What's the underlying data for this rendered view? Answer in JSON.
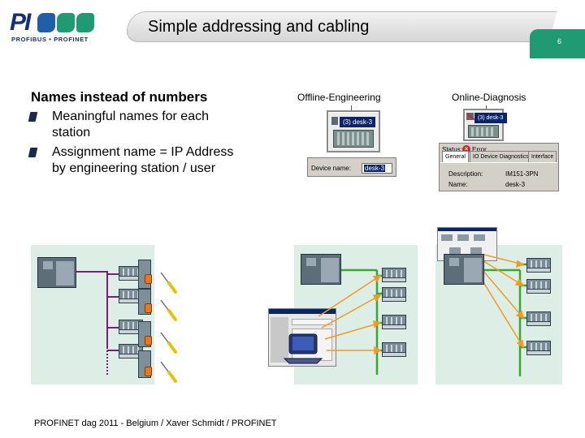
{
  "logo": {
    "mark": "PI",
    "subtitle": "PROFIBUS • PROFINET"
  },
  "header": {
    "title": "Simple addressing and cabling",
    "page_number": "6"
  },
  "content": {
    "heading": "Names instead of numbers",
    "bullets": [
      {
        "line1": "Meaningful names for each",
        "line2": "station"
      },
      {
        "line1": "Assignment name = IP Address",
        "line2": "by engineering station / user"
      }
    ]
  },
  "offline": {
    "label": "Offline-Engineering",
    "station_title": "(3) desk-3",
    "field_label": "Device name:",
    "field_value": "desk-3"
  },
  "online": {
    "label": "Online-Diagnosis",
    "station_title": "(3) desk-3",
    "status_label": "Status:",
    "status_value": "Error",
    "tabs": [
      "General",
      "IO Device Diagnostics",
      "Interface"
    ],
    "rows": [
      {
        "label": "Description:",
        "value": "IM151-3PN"
      },
      {
        "label": "Name:",
        "value": "desk-3"
      }
    ]
  },
  "footer": "PROFINET dag 2011 - Belgium / Xaver Schmidt / PROFINET",
  "colors": {
    "brand_blue": "#14307a",
    "accent_green": "#1f9a72",
    "profibus_purple": "#7a1e7a",
    "profinet_green": "#39a832",
    "arrow_orange": "#f29b1d",
    "panel_bg": "#ddeee6"
  },
  "icons": [
    "screwdriver-icon",
    "error-icon",
    "pc-monitor-icon"
  ]
}
